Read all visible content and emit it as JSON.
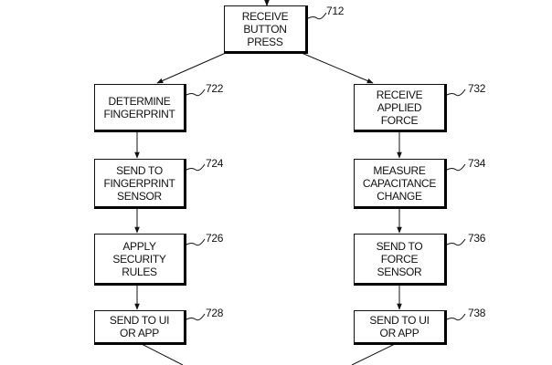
{
  "diagram": {
    "type": "flowchart",
    "nodes": [
      {
        "id": "712",
        "label": "RECEIVE\nBUTTON\nPRESS",
        "ref": "712"
      },
      {
        "id": "722",
        "label": "DETERMINE\nFINGERPRINT",
        "ref": "722"
      },
      {
        "id": "724",
        "label": "SEND TO\nFINGERPRINT\nSENSOR",
        "ref": "724"
      },
      {
        "id": "726",
        "label": "APPLY\nSECURITY\nRULES",
        "ref": "726"
      },
      {
        "id": "728",
        "label": "SEND TO UI\nOR APP",
        "ref": "728"
      },
      {
        "id": "732",
        "label": "RECEIVE\nAPPLIED\nFORCE",
        "ref": "732"
      },
      {
        "id": "734",
        "label": "MEASURE\nCAPACITANCE\nCHANGE",
        "ref": "734"
      },
      {
        "id": "736",
        "label": "SEND TO\nFORCE\nSENSOR",
        "ref": "736"
      },
      {
        "id": "738",
        "label": "SEND TO UI\nOR APP",
        "ref": "738"
      }
    ],
    "edges": [
      {
        "from": "712",
        "to": "722"
      },
      {
        "from": "712",
        "to": "732"
      },
      {
        "from": "722",
        "to": "724"
      },
      {
        "from": "724",
        "to": "726"
      },
      {
        "from": "726",
        "to": "728"
      },
      {
        "from": "732",
        "to": "734"
      },
      {
        "from": "734",
        "to": "736"
      },
      {
        "from": "736",
        "to": "738"
      }
    ]
  }
}
